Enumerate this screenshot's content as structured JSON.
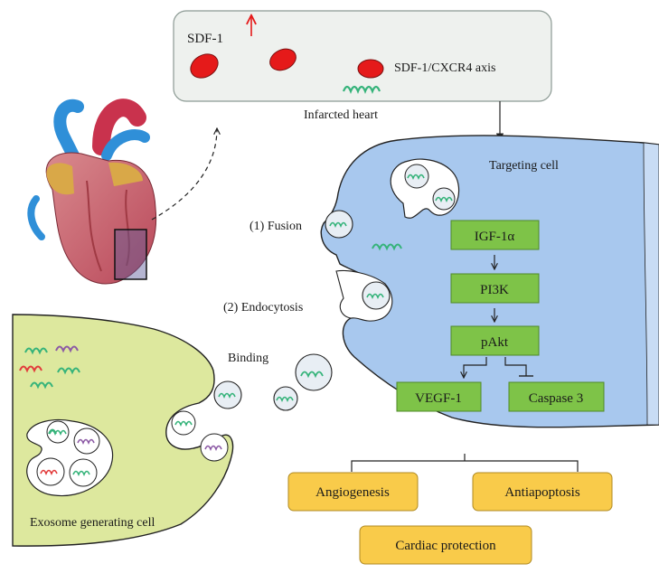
{
  "colors": {
    "heart_box_fill": "#eef1ee",
    "target_cell": "#a8c8ee",
    "exosome_cell": "#dde89e",
    "pathway_box": "#7ec348",
    "outcome_box": "#f9cb4a",
    "rna_green": "#35b37a",
    "rna_red": "#e23b3b",
    "rna_purple": "#8c5aa5",
    "sdf1_red": "#e51a1a"
  },
  "infarcted_heart": {
    "sdf1_label": "SDF-1",
    "sdf1_increase_icon": "up-arrow-icon",
    "axis_label": "SDF-1/CXCR4 axis",
    "title": "Infarcted heart"
  },
  "target_cell": {
    "label": "Targeting cell"
  },
  "uptake": {
    "fusion_label": "(1) Fusion",
    "endocytosis_label": "(2) Endocytosis",
    "binding_label": "Binding"
  },
  "pathway": {
    "steps": [
      "IGF-1α",
      "PI3K",
      "pAkt"
    ],
    "activated": "VEGF-1",
    "inhibited": "Caspase 3"
  },
  "outcomes": {
    "effects": [
      "Angiogenesis",
      "Antiapoptosis"
    ],
    "final": "Cardiac protection"
  },
  "exosome_cell": {
    "label": "Exosome generating cell"
  }
}
